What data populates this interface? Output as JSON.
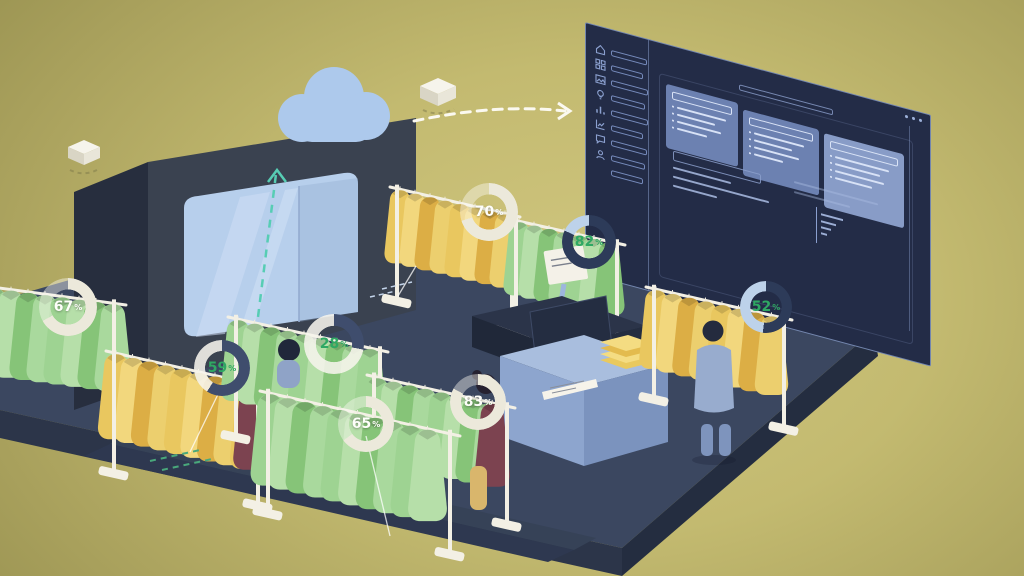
{
  "badges": [
    {
      "id": "back-left-rack",
      "value": "67",
      "unit": "%"
    },
    {
      "id": "left-rack",
      "value": "59",
      "unit": "%"
    },
    {
      "id": "middle-back-rack",
      "value": "28",
      "unit": "%"
    },
    {
      "id": "center-back-rack",
      "value": "70",
      "unit": "%"
    },
    {
      "id": "center-right-rack",
      "value": "82",
      "unit": "%"
    },
    {
      "id": "center-front-rack",
      "value": "83",
      "unit": "%"
    },
    {
      "id": "front-rack",
      "value": "65",
      "unit": "%"
    },
    {
      "id": "right-rack",
      "value": "52",
      "unit": "%"
    }
  ],
  "colors": {
    "background": "#c6bc74",
    "platform": "#3b4760",
    "storefront": "#3a4250",
    "window": "#b7cfec",
    "cloud": "#adc9ec",
    "garment_green": "#9ed392",
    "garment_yellow": "#e9c75f",
    "accent_green": "#3db069",
    "dashboard_bg": "#232c47",
    "dashboard_lines": "#8ba0cf",
    "arrow_white": "#fbf9f0",
    "arrow_teal": "#57cdb4"
  }
}
